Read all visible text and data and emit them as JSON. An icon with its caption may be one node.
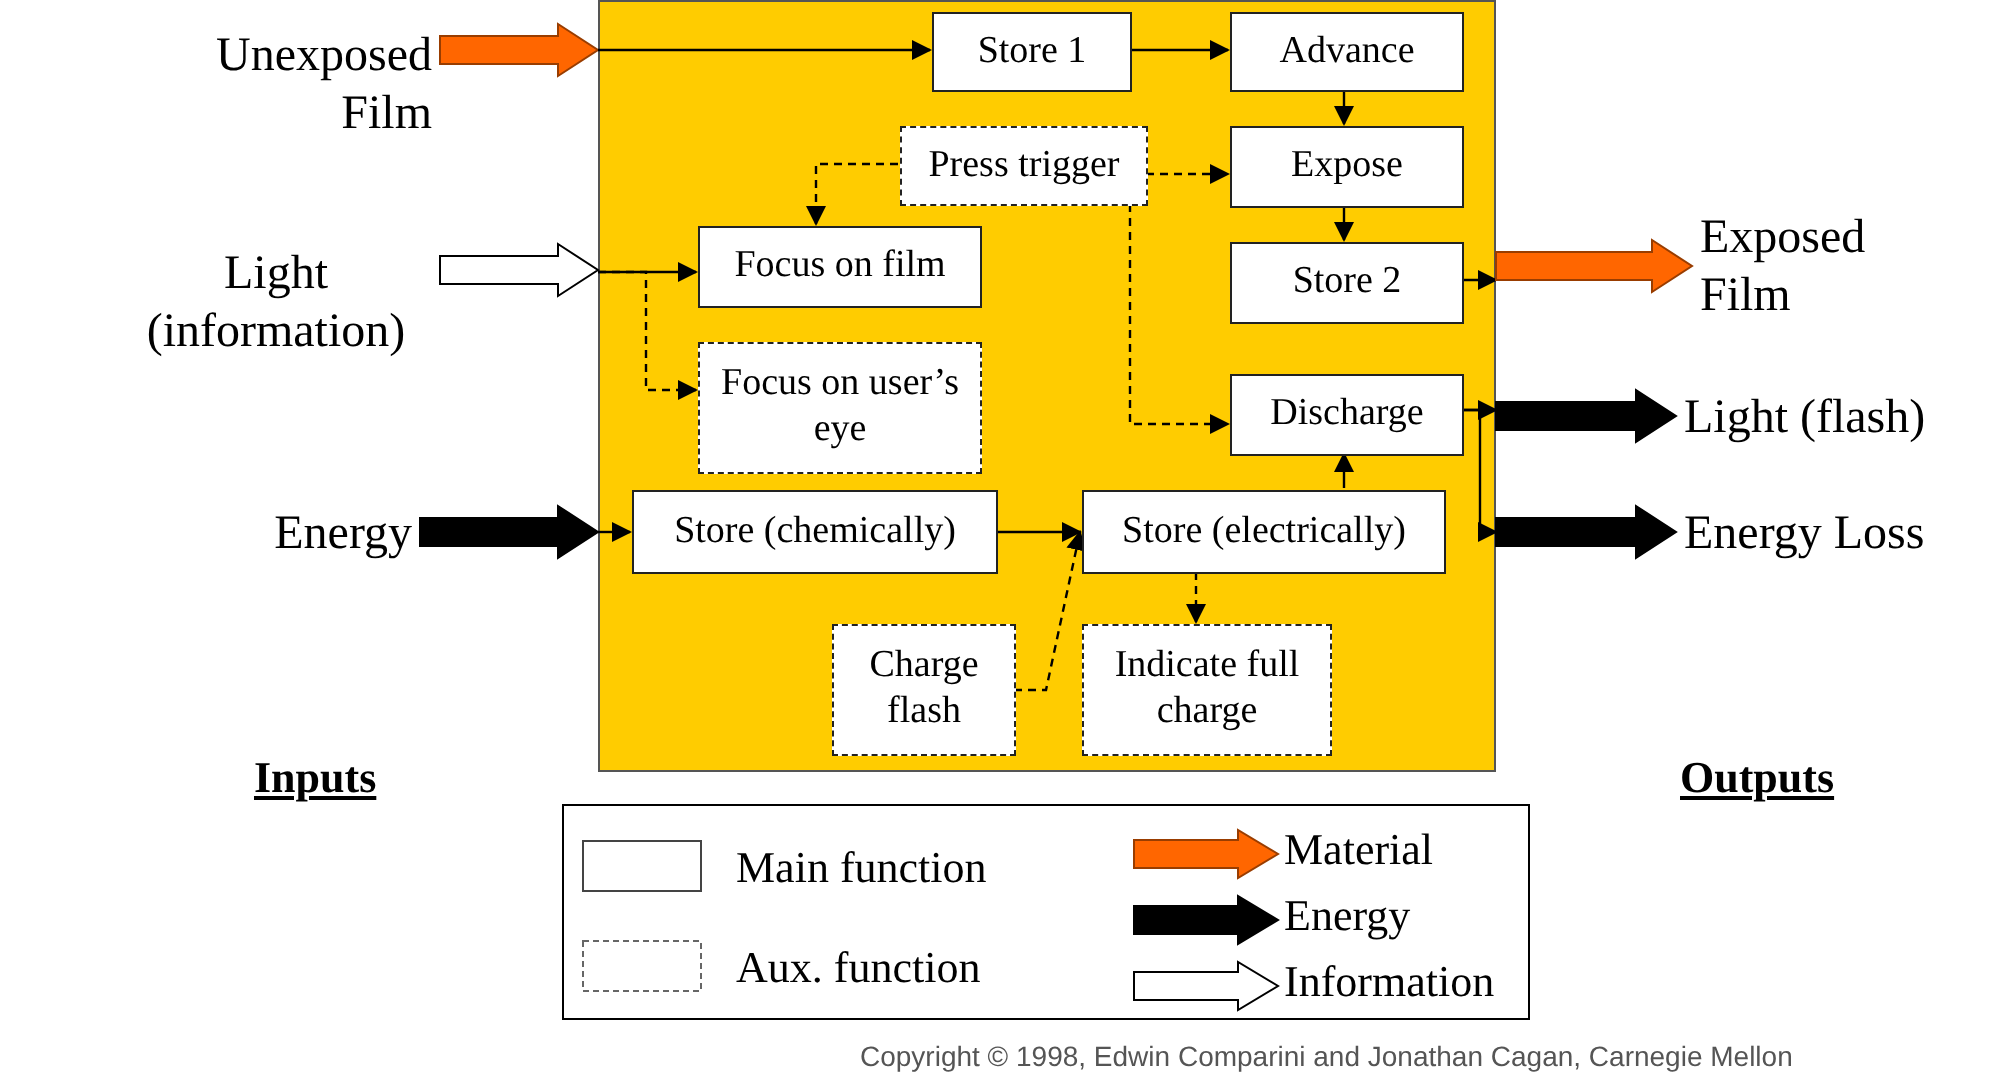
{
  "diagram": {
    "nodes": [
      {
        "text": [],
        "shape": "box"
      },
      {
        "text": [
          "Unexposed Film"
        ]
      },
      {
        "text": [
          "Light (information)"
        ]
      },
      {
        "text": [
          "Energy"
        ]
      },
      {
        "text": [
          "Store 1"
        ],
        "in": 0
      },
      {
        "text": [
          "Advance"
        ],
        "in": 0
      },
      {
        "text": [
          "Press trigger"
        ],
        "in": 0
      },
      {
        "text": [
          "Expose"
        ],
        "in": 0
      },
      {
        "text": [
          "Focus on film"
        ],
        "in": 0
      },
      {
        "text": [
          "Store 2"
        ],
        "in": 0
      },
      {
        "text": [
          "Focus on user’s eye"
        ],
        "in": 0
      },
      {
        "text": [
          "Discharge"
        ],
        "in": 0
      },
      {
        "text": [
          "Store (chemically)"
        ],
        "in": 0
      },
      {
        "text": [
          "Store (electrically)"
        ],
        "in": 0
      },
      {
        "text": [
          "Charge flash"
        ],
        "in": 0
      },
      {
        "text": [
          "Indicate full charge"
        ],
        "in": 0
      },
      {
        "text": [
          "Exposed Film"
        ]
      },
      {
        "text": [
          "Light (flash)"
        ]
      },
      {
        "text": [
          "Energy Loss"
        ]
      }
    ],
    "edges": [
      {
        "from": 1,
        "to": 0,
        "arrow": "to",
        "style": "thick",
        "color": "#ff6600"
      },
      {
        "from": 0,
        "to": 4,
        "arrow": "to"
      },
      {
        "from": 4,
        "to": 5,
        "arrow": "to"
      },
      {
        "from": 5,
        "to": 7,
        "arrow": "to"
      },
      {
        "from": 7,
        "to": 9,
        "arrow": "to"
      },
      {
        "from": 6,
        "to": 8,
        "arrow": "to",
        "style": "dashed"
      },
      {
        "from": 6,
        "to": 7,
        "arrow": "to",
        "style": "dashed"
      },
      {
        "from": 6,
        "to": 11,
        "arrow": "to",
        "style": "dashed"
      },
      {
        "from": 2,
        "to": 0,
        "arrow": "to",
        "style": "thick",
        "color": "#ffffff"
      },
      {
        "from": 0,
        "to": 8,
        "arrow": "to"
      },
      {
        "from": 0,
        "to": 10,
        "arrow": "to",
        "style": "dashed"
      },
      {
        "from": 3,
        "to": 0,
        "arrow": "to",
        "style": "thick"
      },
      {
        "from": 0,
        "to": 12,
        "arrow": "to"
      },
      {
        "from": 12,
        "to": 13,
        "arrow": "to"
      },
      {
        "from": 14,
        "to": 13,
        "arrow": "to",
        "style": "dashed"
      },
      {
        "from": 13,
        "to": 11,
        "arrow": "to"
      },
      {
        "from": 13,
        "to": 15,
        "arrow": "to",
        "style": "dashed"
      },
      {
        "from": 9,
        "to": 0,
        "arrow": "to"
      },
      {
        "from": 0,
        "to": 16,
        "arrow": "to",
        "style": "thick",
        "color": "#ff6600"
      },
      {
        "from": 11,
        "to": 0,
        "arrow": "to"
      },
      {
        "from": 11,
        "to": 0,
        "arrow": "to"
      },
      {
        "from": 0,
        "to": 17,
        "arrow": "to",
        "style": "thick"
      },
      {
        "from": 0,
        "to": 18,
        "arrow": "to",
        "style": "thick"
      }
    ],
    "labels": [
      "Inputs",
      "Outputs",
      "Copyright © 1998, Edwin Comparini and Jonathan Cagan, Carnegie Mellon"
    ],
    "legend": [
      {
        "text": "Main function"
      },
      {
        "text": "Aux. function"
      },
      {
        "text": "Material"
      },
      {
        "text": "Energy"
      },
      {
        "text": "Information"
      }
    ]
  }
}
